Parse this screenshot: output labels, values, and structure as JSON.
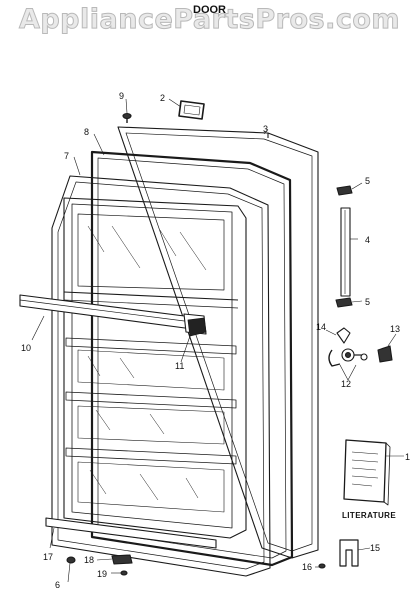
{
  "watermark": "AppliancePartsPros.com",
  "title": "DOOR",
  "callouts": {
    "c1": "1",
    "c2": "2",
    "c3": "3",
    "c4": "4",
    "c5a": "5",
    "c5b": "5",
    "c6": "6",
    "c7": "7",
    "c8": "8",
    "c9": "9",
    "c10": "10",
    "c11": "11",
    "c12": "12",
    "c13": "13",
    "c14": "14",
    "c15": "15",
    "c16": "16",
    "c17": "17",
    "c18": "18",
    "c19": "19"
  },
  "literature_label": "LITERATURE"
}
